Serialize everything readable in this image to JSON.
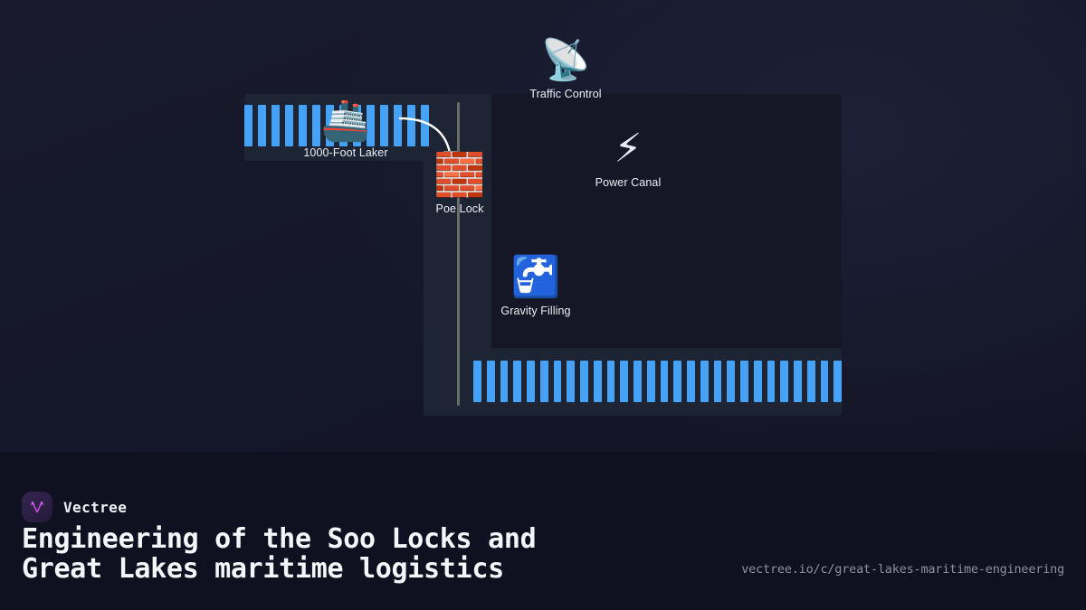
{
  "diagram": {
    "title_implied": "Soo Locks schematic",
    "panels": [
      {
        "name": "upper-chamber",
        "label": ""
      },
      {
        "name": "approach-channel",
        "label": ""
      },
      {
        "name": "systems-area",
        "label": ""
      },
      {
        "name": "lower-chamber",
        "label": ""
      }
    ],
    "water_bars": {
      "upper_count": 14,
      "lower_count": 28,
      "color": "#46a2f7"
    },
    "gate_line_color": "#6b6b6b",
    "arrow_color": "#ffffff",
    "arrowhead_color": "#8a8a8a",
    "nodes": [
      {
        "id": "laker",
        "icon": "ship-icon",
        "glyph": "🚢",
        "label": "1000-Foot Laker"
      },
      {
        "id": "poelock",
        "icon": "brick-wall-icon",
        "glyph": "🧱",
        "label": "Poe Lock"
      },
      {
        "id": "traffic",
        "icon": "satellite-dish-icon",
        "glyph": "📡",
        "label": "Traffic Control"
      },
      {
        "id": "power",
        "icon": "lightning-bolt-icon",
        "glyph": "⚡",
        "label": "Power Canal"
      },
      {
        "id": "gravity",
        "icon": "potable-water-icon",
        "glyph": "🚰",
        "label": "Gravity Filling"
      }
    ]
  },
  "footer": {
    "brand_name": "Vectree",
    "logo_icon": "vectree-logo-icon",
    "headline_line1": "Engineering of the Soo Locks and",
    "headline_line2": "Great Lakes maritime logistics",
    "url": "vectree.io/c/great-lakes-maritime-engineering",
    "accent_color": "#c04fe0",
    "background_color": "#101120"
  }
}
